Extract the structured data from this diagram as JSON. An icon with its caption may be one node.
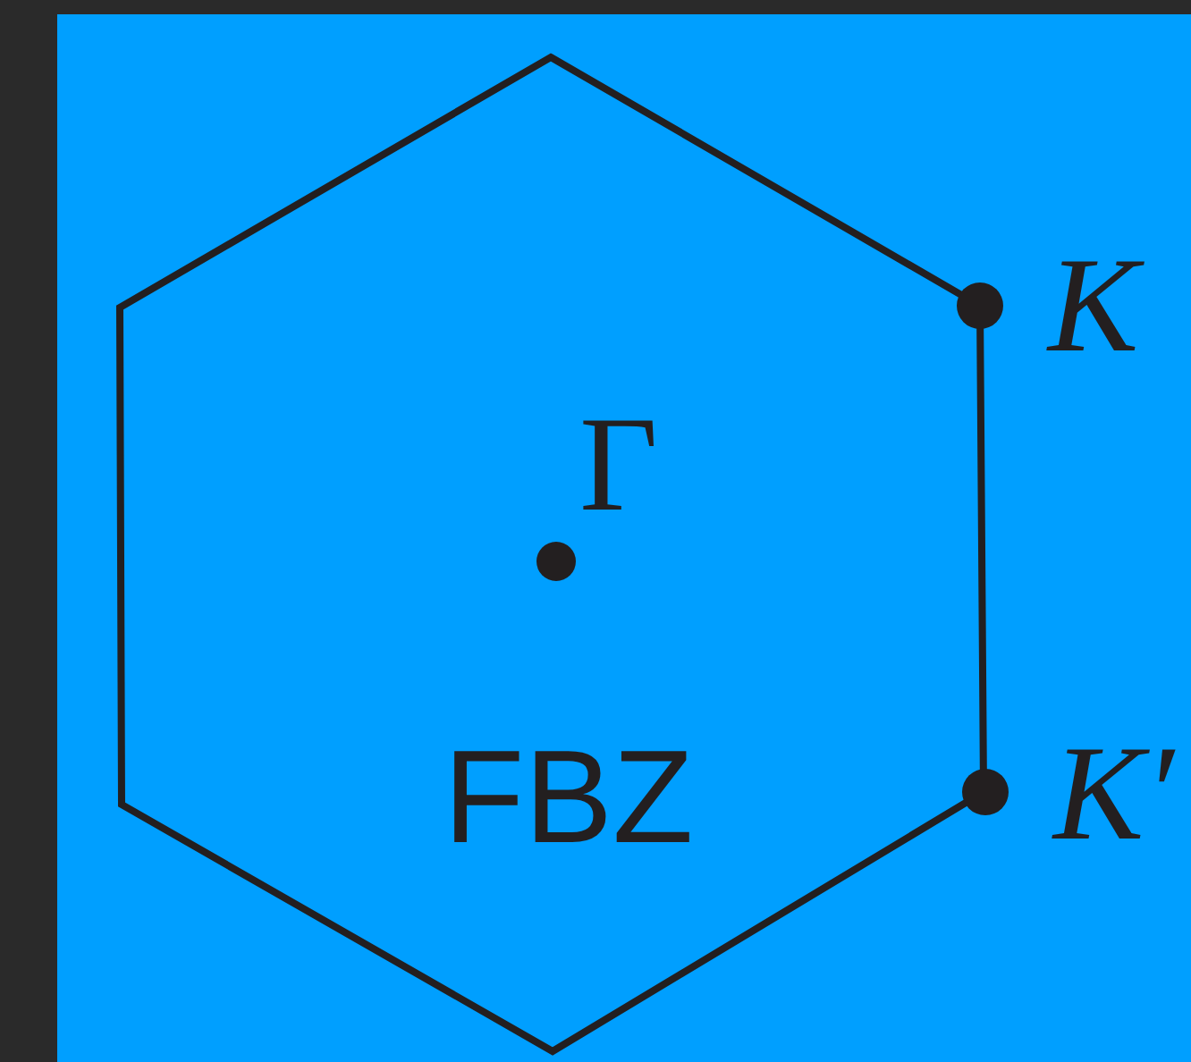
{
  "diagram": {
    "nodes": [
      {
        "text": [
          "FBZ"
        ]
      }
    ],
    "labels": [
      "K",
      "Γ",
      "K′"
    ]
  }
}
